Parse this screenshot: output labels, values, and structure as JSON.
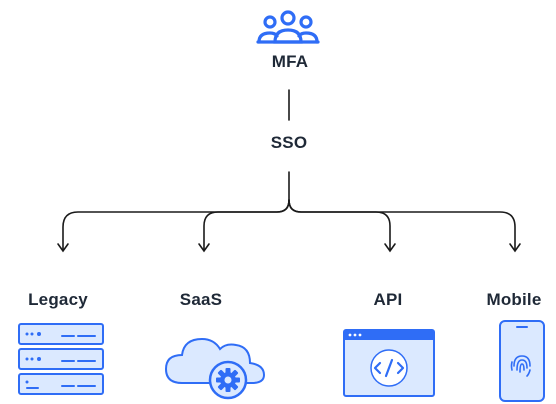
{
  "diagram": {
    "top": {
      "label": "MFA",
      "icon": "users-group-icon"
    },
    "middle": {
      "label": "SSO"
    },
    "targets": [
      {
        "label": "Legacy",
        "icon": "server-rack-icon"
      },
      {
        "label": "SaaS",
        "icon": "cloud-gear-icon"
      },
      {
        "label": "API",
        "icon": "code-window-icon"
      },
      {
        "label": "Mobile",
        "icon": "phone-fingerprint-icon"
      }
    ],
    "colors": {
      "accent": "#2f6df6",
      "icon_fill": "#dbe9ff",
      "line": "#1a1a1a",
      "text": "#1f2937"
    }
  }
}
